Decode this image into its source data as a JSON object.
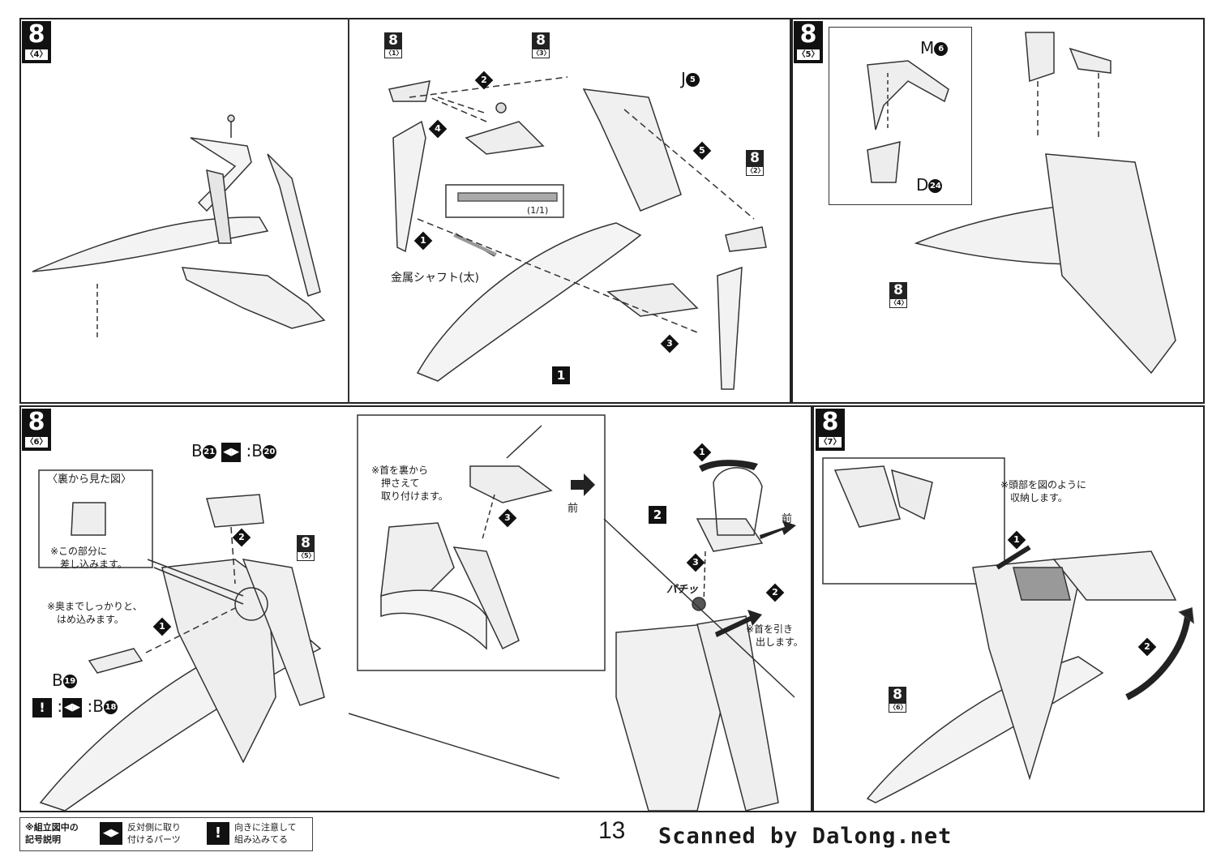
{
  "panels": {
    "p84": {
      "step": "8",
      "sub": "4"
    },
    "p85": {
      "step": "8",
      "sub": "5"
    },
    "p86": {
      "step": "8",
      "sub": "6"
    },
    "p87": {
      "step": "8",
      "sub": "7"
    }
  },
  "p84": {
    "ref1": {
      "step": "8",
      "sub": "1"
    },
    "ref3": {
      "step": "8",
      "sub": "3"
    },
    "ref2": {
      "step": "8",
      "sub": "2"
    },
    "part_j5": "J",
    "part_j5_num": "5",
    "part_1": "1",
    "scale": "(1/1)",
    "shaft_label": "金属シャフト(太)",
    "seq": [
      "1",
      "2",
      "3",
      "4",
      "5"
    ]
  },
  "p85": {
    "part_m6": "M",
    "part_m6_num": "6",
    "part_d24": "D",
    "part_d24_num": "24",
    "ref4": {
      "step": "8",
      "sub": "4"
    }
  },
  "p86": {
    "b21": "B",
    "b21_num": "21",
    "b20": "B",
    "b20_num": "20",
    "view_title": "〈裏から見た図〉",
    "insert_note_1": "※この部分に",
    "insert_note_2": "差し込みます。",
    "ref5": {
      "step": "8",
      "sub": "5"
    },
    "snug_note_1": "※奥までしっかりと、",
    "snug_note_2": "はめ込みます。",
    "b19": "B",
    "b19_num": "19",
    "b18": "B",
    "b18_num": "18",
    "seq": [
      "1",
      "2"
    ]
  },
  "p86b": {
    "neck_note_1": "※首を裏から",
    "neck_note_2": "押さえて",
    "neck_note_3": "取り付けます。",
    "front_1": "前",
    "front_2": "前",
    "part_2": "2",
    "snap": "パチッ",
    "pull_note_1": "※首を引き",
    "pull_note_2": "出します。",
    "seq": [
      "1",
      "2",
      "3",
      "3"
    ]
  },
  "p87": {
    "head_note_1": "※頭部を図のように",
    "head_note_2": "収納します。",
    "ref6": {
      "step": "8",
      "sub": "6"
    },
    "seq": [
      "1",
      "2"
    ]
  },
  "footer": {
    "legend_title_1": "※組立図中の",
    "legend_title_2": "記号説明",
    "mirror_1": "反対側に取り",
    "mirror_2": "付けるパーツ",
    "caution_1": "向きに注意して",
    "caution_2": "組み込みてる",
    "caution_icon": "!",
    "page_number": "13",
    "credit": "Scanned by Dalong.net"
  }
}
